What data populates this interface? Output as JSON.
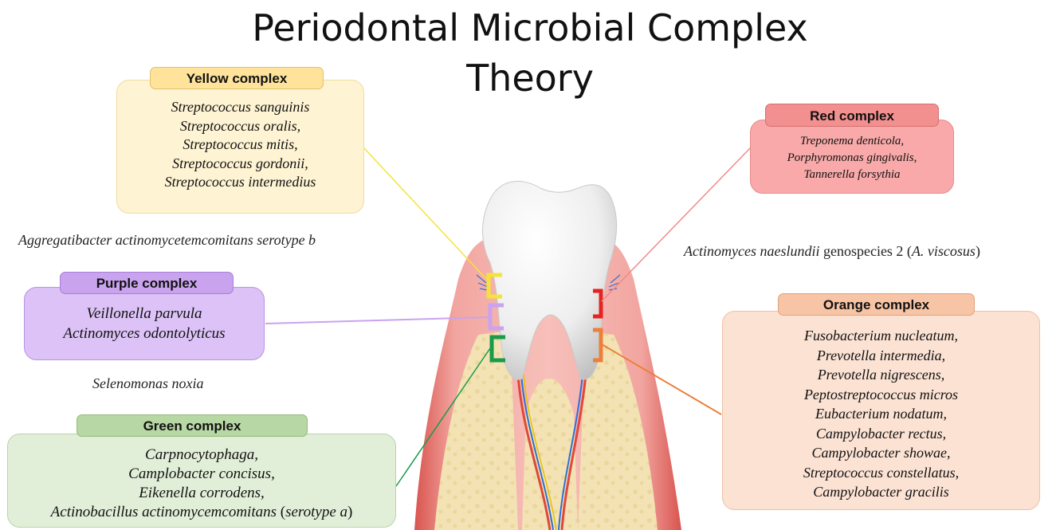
{
  "title": {
    "line1": "Periodontal Microbial Complex",
    "line2": "Theory"
  },
  "complexes": {
    "yellow": {
      "label": "Yellow complex",
      "color": "#f5e23a",
      "species": [
        "Streptococcus sanguinis",
        "Streptococcus oralis,",
        "Streptococcus mitis,",
        "Streptococcus gordonii,",
        "Streptococcus intermedius"
      ]
    },
    "red": {
      "label": "Red complex",
      "color": "#e8231f",
      "species": [
        "Treponema denticola,",
        "Porphyromonas gingivalis,",
        "Tannerella forsythia"
      ]
    },
    "purple": {
      "label": "Purple complex",
      "color": "#c9a3ee",
      "species": [
        "Veillonella parvula",
        "Actinomyces odontolyticus"
      ]
    },
    "orange": {
      "label": "Orange complex",
      "color": "#ec7f3b",
      "species": [
        "Fusobacterium nucleatum,",
        "Prevotella intermedia,",
        "Prevotella nigrescens,",
        "Peptostreptococcus micros",
        "Eubacterium nodatum,",
        "Campylobacter rectus,",
        "Campylobacter showae,",
        "Streptococcus constellatus,",
        "Campylobacter gracilis"
      ]
    },
    "green": {
      "label": "Green complex",
      "color": "#1a9a4a",
      "species": [
        "Carpnocytophaga,",
        "Camplobacter concisus,",
        "Eikenella corrodens,"
      ],
      "last_line": {
        "main": "Actinobacillus actinomycemcomitans",
        "open": " (",
        "serotype": "serotype a",
        "close": ")"
      }
    }
  },
  "free_text": {
    "aggregatibacter": "Aggregatibacter actinomycetemcomitans serotype b",
    "actinomyces_italic": "Actinomyces naeslundii",
    "actinomyces_mid": " genospecies 2 (",
    "actinomyces_abbr": "A.  viscosus",
    "actinomyces_close": ")",
    "selenomonas": "Selenomonas noxia"
  }
}
